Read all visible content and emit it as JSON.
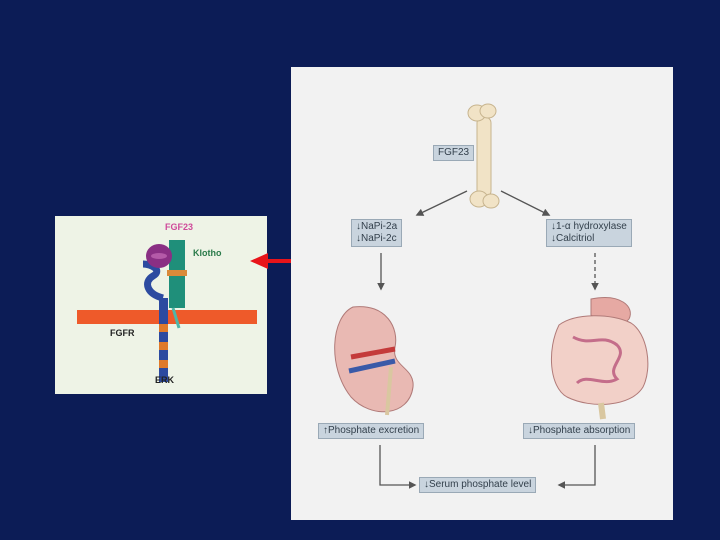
{
  "inset": {
    "fgf23_label": "FGF23",
    "klotho_label": "Klotho",
    "fgfr_label": "FGFR",
    "erk_label": "ERK"
  },
  "panel": {
    "fgf23_label": "FGF23",
    "napi_2a": "↓NaPi-2a",
    "napi_2c": "↓NaPi-2c",
    "hydroxylase": "↓1-α hydroxylase",
    "calcitriol": "↓Calcitriol",
    "phosphate_excretion": "↑Phosphate excretion",
    "phosphate_absorption": "↓Phosphate absorption",
    "serum_phosphate": "↓Serum phosphate level"
  },
  "colors": {
    "background": "#0c1c56",
    "arrow_red": "#e8141a",
    "membrane_orange": "#ee5a2a"
  }
}
